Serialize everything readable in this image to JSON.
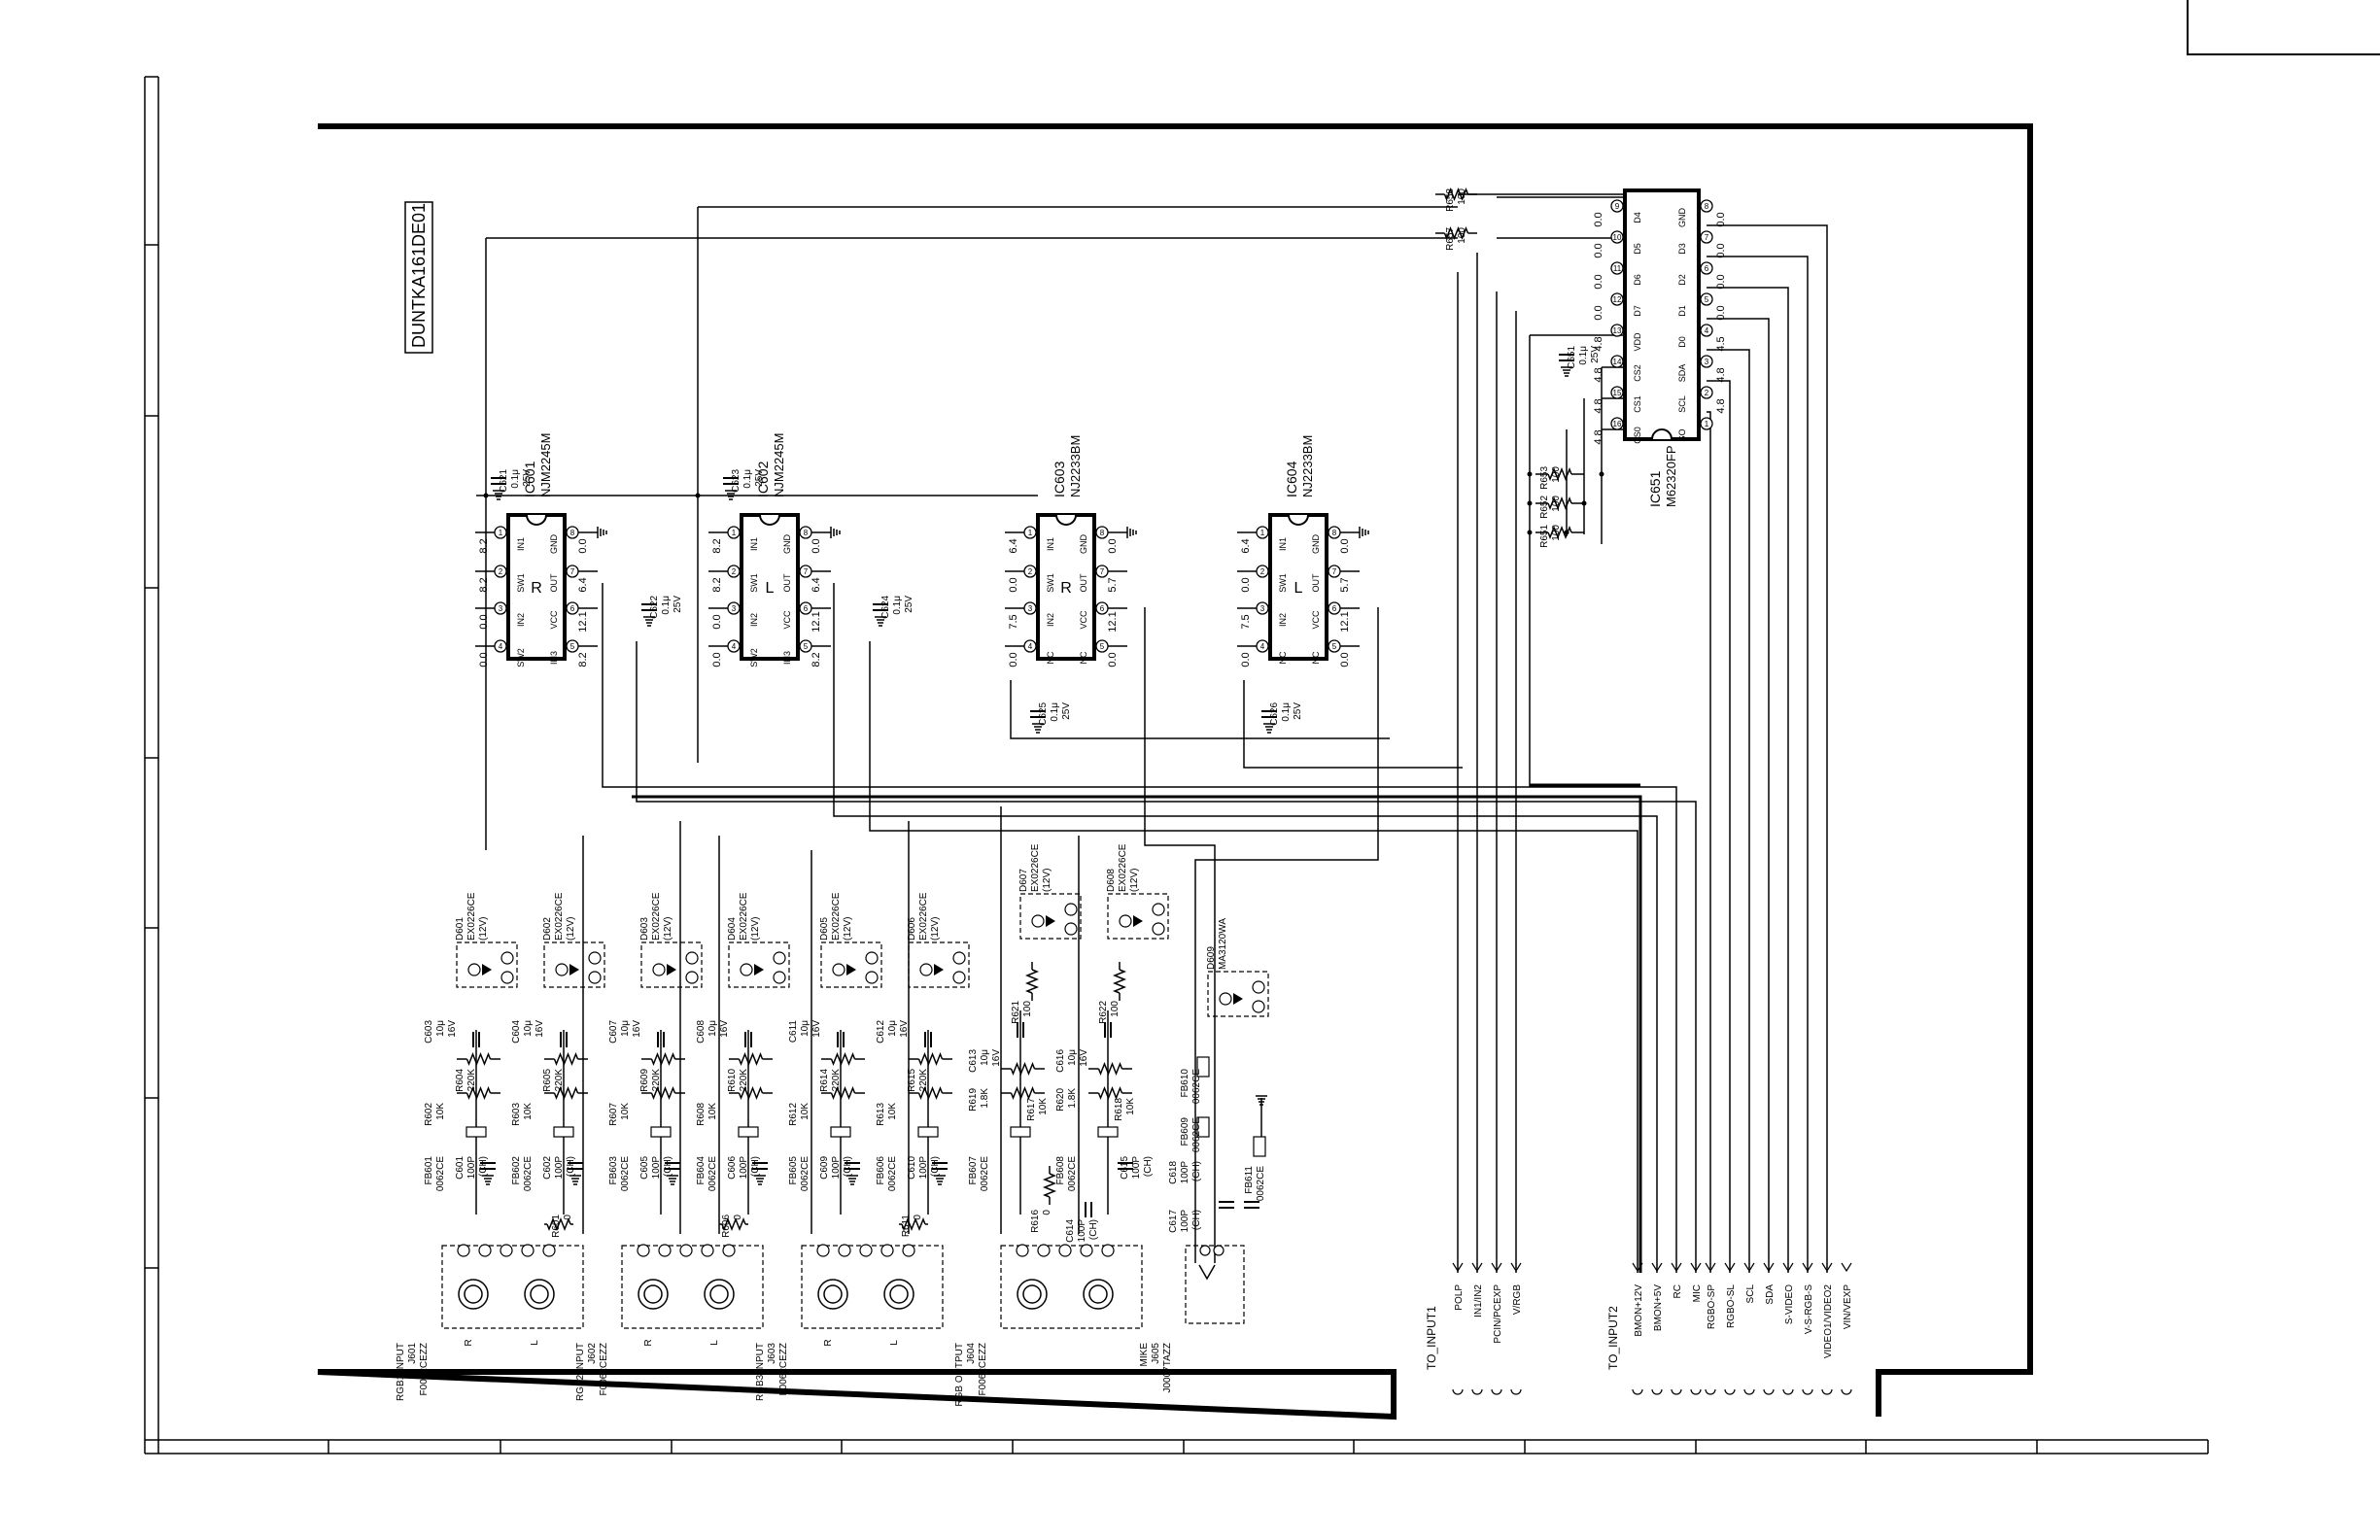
{
  "board_id": "DUNTKA161DE01",
  "ics": [
    {
      "ref": "IC601",
      "part": "NJM2245M",
      "side": "R",
      "pins": [
        "IN1",
        "SW1",
        "IN2",
        "SW2",
        "GND",
        "OUT",
        "VCC",
        "IN3"
      ],
      "voltages": [
        "8.2",
        "8.2",
        "0.0",
        "0.0",
        "0.0",
        "6.4",
        "12.1",
        "8.2"
      ],
      "pin_numbers": [
        "1",
        "2",
        "3",
        "4",
        "8",
        "7",
        "6",
        "5"
      ]
    },
    {
      "ref": "IC602",
      "part": "NJM2245M",
      "side": "L",
      "pins": [
        "IN1",
        "SW1",
        "IN2",
        "SW2",
        "GND",
        "OUT",
        "VCC",
        "IN3"
      ],
      "voltages": [
        "8.2",
        "8.2",
        "0.0",
        "0.0",
        "0.0",
        "6.4",
        "12.1",
        "8.2"
      ],
      "pin_numbers": [
        "1",
        "2",
        "3",
        "4",
        "8",
        "7",
        "6",
        "5"
      ]
    },
    {
      "ref": "IC603",
      "part": "NJ2233BM",
      "side": "R",
      "pins": [
        "IN1",
        "SW1",
        "IN2",
        "NC",
        "GND",
        "OUT",
        "VCC",
        "NC"
      ],
      "voltages": [
        "6.4",
        "0.0",
        "7.5",
        "0.0",
        "0.0",
        "5.7",
        "12.1",
        "0.0"
      ],
      "pin_numbers": [
        "1",
        "2",
        "3",
        "4",
        "8",
        "7",
        "6",
        "5"
      ]
    },
    {
      "ref": "IC604",
      "part": "NJ2233BM",
      "side": "L",
      "pins": [
        "IN1",
        "SW1",
        "IN2",
        "NC",
        "GND",
        "OUT",
        "VCC",
        "NC"
      ],
      "voltages": [
        "6.4",
        "0.0",
        "7.5",
        "0.0",
        "0.0",
        "5.7",
        "12.1",
        "0.0"
      ],
      "pin_numbers": [
        "1",
        "2",
        "3",
        "4",
        "8",
        "7",
        "6",
        "5"
      ]
    }
  ],
  "ic651": {
    "ref": "IC651",
    "part": "M62320FP",
    "left_pins": [
      "D4",
      "D5",
      "D6",
      "D7",
      "VDD",
      "CS2",
      "CS1",
      "CS0"
    ],
    "left_numbers": [
      "9",
      "10",
      "11",
      "12",
      "13",
      "14",
      "15",
      "16"
    ],
    "left_voltages": [
      "0.0",
      "0.0",
      "0.0",
      "0.0",
      "4.8",
      "4.8",
      "4.8",
      "4.8"
    ],
    "right_pins": [
      "GND",
      "D3",
      "D2",
      "D1",
      "D0",
      "SDA",
      "SCL",
      "SO"
    ],
    "right_numbers": [
      "8",
      "7",
      "6",
      "5",
      "4",
      "3",
      "2",
      "1"
    ],
    "right_voltages": [
      "0.0",
      "0.0",
      "0.0",
      "0.0",
      "4.5",
      "4.8",
      "4.8",
      ""
    ]
  },
  "top_caps": [
    {
      "ref": "C621",
      "val1": "0.1μ",
      "val2": "25V"
    },
    {
      "ref": "C623",
      "val1": "0.1μ",
      "val2": "25V"
    },
    {
      "ref": "C622",
      "val1": "0.1μ",
      "val2": "25V"
    },
    {
      "ref": "C624",
      "val1": "0.1μ",
      "val2": "25V"
    },
    {
      "ref": "C625",
      "val1": "0.1μ",
      "val2": "25V"
    },
    {
      "ref": "C626",
      "val1": "0.1μ",
      "val2": "25V"
    },
    {
      "ref": "C651",
      "val1": "0.1μ",
      "val2": "25V"
    }
  ],
  "top_resistors": [
    {
      "ref": "R658",
      "val": "100"
    },
    {
      "ref": "R657",
      "val": "100"
    },
    {
      "ref": "R653",
      "val": "100"
    },
    {
      "ref": "R652",
      "val": "100"
    },
    {
      "ref": "R651",
      "val": "100"
    }
  ],
  "diodes": [
    {
      "ref": "D601",
      "part": "EX0226CE",
      "rating": "(12V)"
    },
    {
      "ref": "D602",
      "part": "EX0226CE",
      "rating": "(12V)"
    },
    {
      "ref": "D603",
      "part": "EX0226CE",
      "rating": "(12V)"
    },
    {
      "ref": "D604",
      "part": "EX0226CE",
      "rating": "(12V)"
    },
    {
      "ref": "D605",
      "part": "EX0226CE",
      "rating": "(12V)"
    },
    {
      "ref": "D606",
      "part": "EX0226CE",
      "rating": "(12V)"
    },
    {
      "ref": "D607",
      "part": "EX0226CE",
      "rating": "(12V)"
    },
    {
      "ref": "D608",
      "part": "EX0226CE",
      "rating": "(12V)"
    },
    {
      "ref": "D609",
      "part": "MA3120WA",
      "rating": ""
    }
  ],
  "input_channels": [
    {
      "cap": "C603",
      "cap_v": "10μ",
      "cap_r": "16V",
      "r_a": "R604",
      "r_a_v": "220K",
      "r_b": "R602",
      "r_b_v": "10K",
      "fb": "FB601",
      "fb_p": "0062CE",
      "c_s": "C601",
      "c_s_v": "100P",
      "c_s_t": "(CH)"
    },
    {
      "cap": "C604",
      "cap_v": "10μ",
      "cap_r": "16V",
      "r_a": "R605",
      "r_a_v": "220K",
      "r_b": "R603",
      "r_b_v": "10K",
      "fb": "FB602",
      "fb_p": "0062CE",
      "c_s": "C602",
      "c_s_v": "100P",
      "c_s_t": "(CH)"
    },
    {
      "cap": "C607",
      "cap_v": "10μ",
      "cap_r": "16V",
      "r_a": "R609",
      "r_a_v": "220K",
      "r_b": "R607",
      "r_b_v": "10K",
      "fb": "FB603",
      "fb_p": "0062CE",
      "c_s": "C605",
      "c_s_v": "100P",
      "c_s_t": "(CH)"
    },
    {
      "cap": "C608",
      "cap_v": "10μ",
      "cap_r": "16V",
      "r_a": "R610",
      "r_a_v": "220K",
      "r_b": "R608",
      "r_b_v": "10K",
      "fb": "FB604",
      "fb_p": "0062CE",
      "c_s": "C606",
      "c_s_v": "100P",
      "c_s_t": "(CH)"
    },
    {
      "cap": "C611",
      "cap_v": "10μ",
      "cap_r": "16V",
      "r_a": "R614",
      "r_a_v": "220K",
      "r_b": "R612",
      "r_b_v": "10K",
      "fb": "FB605",
      "fb_p": "0062CE",
      "c_s": "C609",
      "c_s_v": "100P",
      "c_s_t": "(CH)"
    },
    {
      "cap": "C612",
      "cap_v": "10μ",
      "cap_r": "16V",
      "r_a": "R615",
      "r_a_v": "220K",
      "r_b": "R613",
      "r_b_v": "10K",
      "fb": "FB606",
      "fb_p": "0062CE",
      "c_s": "C610",
      "c_s_v": "100P",
      "c_s_t": "(CH)"
    }
  ],
  "output_channels": [
    {
      "r_top": "R621",
      "r_top_v": "100",
      "cap": "C613",
      "cap_v": "10μ",
      "cap_r": "16V",
      "r_a": "R619",
      "r_a_v": "1.8K",
      "r_b": "R617",
      "r_b_v": "10K",
      "fb": "FB607",
      "fb_p": "0062CE"
    },
    {
      "r_top": "R622",
      "r_top_v": "100",
      "cap": "C616",
      "cap_v": "10μ",
      "cap_r": "16V",
      "r_a": "R620",
      "r_a_v": "1.8K",
      "r_b": "R618",
      "r_b_v": "10K",
      "fb": "FB608",
      "fb_p": "0062CE"
    }
  ],
  "misc_parts": {
    "r601": "R601",
    "r601_v": "0",
    "r606": "R606",
    "r606_v": "0",
    "r611": "R611",
    "r611_v": "0",
    "r616": "R616",
    "r616_v": "0",
    "c614": "C614",
    "c614_v": "100P",
    "c614_t": "(CH)",
    "c615": "C615",
    "c615_v": "100P",
    "c615_t": "(CH)",
    "c617": "C617",
    "c617_v": "100P",
    "c617_t": "(CH)",
    "c618": "C618",
    "c618_v": "100P",
    "c618_t": "(CH)",
    "fb609": "FB609",
    "fb609_p": "0062CE",
    "fb610": "FB610",
    "fb610_p": "0062CE",
    "fb611": "FB611",
    "fb611_p": "0062CE"
  },
  "jacks": [
    {
      "line1": "RGB1 INPUT",
      "line2": "J601",
      "line3": "F0062CEZZ"
    },
    {
      "line1": "RGB2 INPUT",
      "line2": "J602",
      "line3": "F0062CEZZ"
    },
    {
      "line1": "RGB3 INPUT",
      "line2": "J603",
      "line3": "F0062CEZZ"
    },
    {
      "line1": "RGB OUTPUT",
      "line2": "J604",
      "line3": "F0062CEZZ"
    },
    {
      "line1": "MIKE",
      "line2": "J605",
      "line3": "J0007TAZZ"
    }
  ],
  "jack_rl": [
    "R",
    "L"
  ],
  "connectors": {
    "input1_title": "TO_INPUT1",
    "input1_pins": [
      "POLP",
      "IN1/IN2",
      "PCIN/PCEXP",
      "V/RGB"
    ],
    "input2_title": "TO_INPUT2",
    "input2_pins": [
      "BMON+12V",
      "BMON+5V",
      "RC",
      "MIC",
      "RGBO-SP",
      "RGBO-SL",
      "SCL",
      "SDA",
      "S-VIDEO",
      "V-S-RGB-S",
      "VIDEO1/VIDEO2",
      "VIN/VEXP"
    ]
  }
}
